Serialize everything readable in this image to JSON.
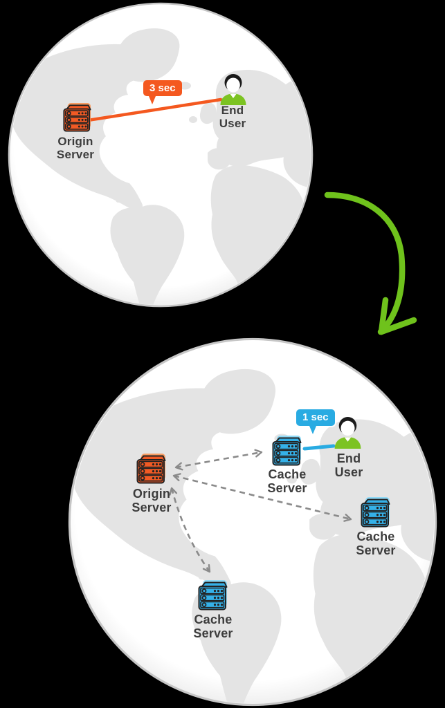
{
  "page": {
    "background": "#000000",
    "description": "CDN latency comparison diagram: direct origin delivery vs cached edge delivery"
  },
  "colors": {
    "globe_fill": "#ffffff",
    "globe_border": "#c6c6c6",
    "map_land": "#e4e4e4",
    "orange_accent": "#f4581f",
    "blue_accent": "#29abe2",
    "green_arrow": "#6fc21c",
    "green_shirt": "#7cc322",
    "dashed_gray": "#8a8a8a",
    "label_text": "#3d3d3d"
  },
  "icons": [
    "origin-server-icon",
    "cache-server-icon",
    "end-user-icon",
    "latency-badge",
    "transition-arrow-icon",
    "world-map-globe"
  ],
  "top_globe": {
    "latency_bubble": "3 sec",
    "origin_server_label": [
      "Origin",
      "Server"
    ],
    "end_user_label": [
      "End",
      "User"
    ]
  },
  "bottom_globe": {
    "latency_bubble": "1 sec",
    "origin_server_label": [
      "Origin",
      "Server"
    ],
    "end_user_label": [
      "End",
      "User"
    ],
    "cache_server_labels": [
      [
        "Cache",
        "Server"
      ],
      [
        "Cache",
        "Server"
      ],
      [
        "Cache",
        "Server"
      ]
    ]
  }
}
